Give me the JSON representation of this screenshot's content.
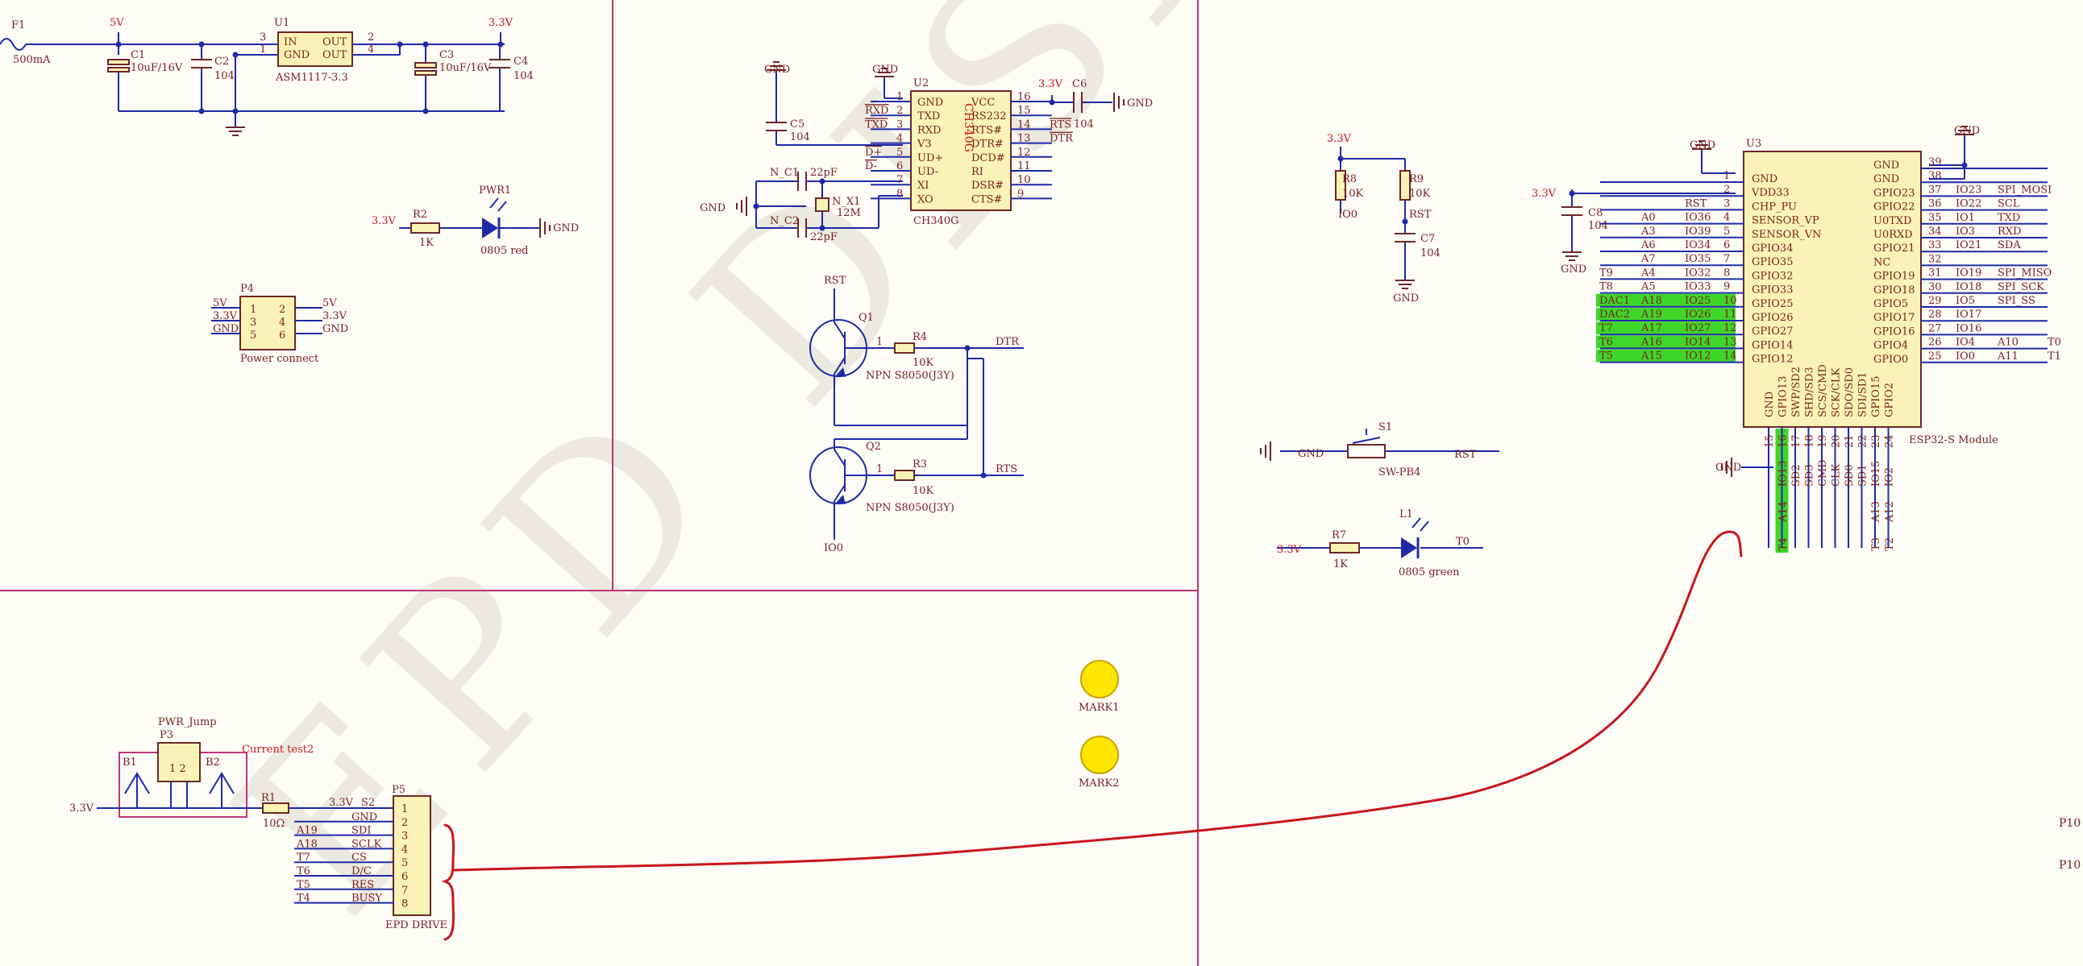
{
  "colors": {
    "paper": "#fdfcf7",
    "wire": "#1f2aa8",
    "border": "#c0357a",
    "text": "#7a1e1e",
    "red": "#c8151b",
    "part_fill": "#fbf3b5",
    "part_stroke": "#6d2727",
    "highlight": "#3fd62a",
    "mark_fill": "#ffe600"
  },
  "watermark": "EPD DISPLAY",
  "power": {
    "f1": "F1",
    "f1_value": "500mA",
    "v5": "5V",
    "v33": "3.3V",
    "gnd": "GND",
    "c1": "C1",
    "c1_value": "10uF/16V",
    "c2": "C2",
    "c2_value": "104",
    "c3": "C3",
    "c3_value": "10uF/16V",
    "c4": "C4",
    "c4_value": "104",
    "u1": "U1",
    "u1_part": "ASM1117-3.3",
    "u1_in": "IN",
    "u1_gnd": "GND",
    "u1_out1": "OUT",
    "u1_out2": "OUT",
    "u1_p3": "3",
    "u1_p1": "1",
    "u1_p2": "2",
    "u1_p4": "4",
    "r2": "R2",
    "r2_value": "1K",
    "pwr1": "PWR1",
    "pwr1_value": "0805 red",
    "p4": "P4",
    "p4_name": "Power connect",
    "p4_pins": [
      "1",
      "2",
      "3",
      "4",
      "5",
      "6"
    ],
    "p4_left": [
      "5V",
      "3.3V",
      "GND"
    ],
    "p4_right": [
      "5V",
      "3.3V",
      "GND"
    ]
  },
  "usb": {
    "u2": "U2",
    "u2_part": "CH340G",
    "u2_body": "CH340G",
    "left_pins": [
      {
        "num": "1",
        "name": "GND",
        "net": ""
      },
      {
        "num": "2",
        "name": "TXD",
        "net": "RXD"
      },
      {
        "num": "3",
        "name": "RXD",
        "net": "TXD"
      },
      {
        "num": "4",
        "name": "V3",
        "net": ""
      },
      {
        "num": "5",
        "name": "UD+",
        "net": "D+"
      },
      {
        "num": "6",
        "name": "UD-",
        "net": "D-"
      },
      {
        "num": "7",
        "name": "XI",
        "net": ""
      },
      {
        "num": "8",
        "name": "XO",
        "net": ""
      }
    ],
    "right_pins": [
      {
        "num": "16",
        "name": "VCC",
        "net": ""
      },
      {
        "num": "15",
        "name": "RS232",
        "net": ""
      },
      {
        "num": "14",
        "name": "RTS#",
        "net": "RTS"
      },
      {
        "num": "13",
        "name": "DTR#",
        "net": "DTR"
      },
      {
        "num": "12",
        "name": "DCD#",
        "net": ""
      },
      {
        "num": "11",
        "name": "RI",
        "net": ""
      },
      {
        "num": "10",
        "name": "DSR#",
        "net": ""
      },
      {
        "num": "9",
        "name": "CTS#",
        "net": ""
      }
    ],
    "c5": "C5",
    "c5_value": "104",
    "c6": "C6",
    "c6_value": "104",
    "nc1": "N_C1",
    "nc1_value": "22pF",
    "nc2": "N_C2",
    "nc2_value": "22pF",
    "nx1": "N_X1",
    "nx1_value": "12M",
    "q1": "Q1",
    "q1_value": "NPN S8050(J3Y)",
    "q2": "Q2",
    "q2_value": "NPN S8050(J3Y)",
    "r4": "R4",
    "r4_value": "10K",
    "r3": "R3",
    "r3_value": "10K",
    "rst": "RST",
    "io0": "IO0",
    "dtr": "DTR",
    "rts": "RTS",
    "pin1": "1",
    "pin2": "2",
    "pin3": "3"
  },
  "reset": {
    "r8": "R8",
    "r8_value": "10K",
    "r9": "R9",
    "r9_value": "10K",
    "c7": "C7",
    "c7_value": "104",
    "s1": "S1",
    "s1_value": "SW-PB4",
    "r7": "R7",
    "r7_value": "1K",
    "l1": "L1",
    "l1_value": "0805 green",
    "t0": "T0"
  },
  "esp": {
    "u3": "U3",
    "part": "ESP32-S Module",
    "c8": "C8",
    "c8_value": "104",
    "left_pins": [
      {
        "num": "1",
        "name": "GND",
        "net1": "",
        "net2": "",
        "net3": "",
        "hl": false
      },
      {
        "num": "2",
        "name": "VDD33",
        "net1": "",
        "net2": "",
        "net3": "",
        "hl": false
      },
      {
        "num": "3",
        "name": "CHP_PU",
        "net1": "",
        "net2": "",
        "net3": "RST",
        "hl": false
      },
      {
        "num": "4",
        "name": "SENSOR_VP",
        "net1": "",
        "net2": "A0",
        "net3": "IO36",
        "hl": false
      },
      {
        "num": "5",
        "name": "SENSOR_VN",
        "net1": "",
        "net2": "A3",
        "net3": "IO39",
        "hl": false
      },
      {
        "num": "6",
        "name": "GPIO34",
        "net1": "",
        "net2": "A6",
        "net3": "IO34",
        "hl": false
      },
      {
        "num": "7",
        "name": "GPIO35",
        "net1": "",
        "net2": "A7",
        "net3": "IO35",
        "hl": false
      },
      {
        "num": "8",
        "name": "GPIO32",
        "net1": "T9",
        "net2": "A4",
        "net3": "IO32",
        "hl": false
      },
      {
        "num": "9",
        "name": "GPIO33",
        "net1": "T8",
        "net2": "A5",
        "net3": "IO33",
        "hl": false
      },
      {
        "num": "10",
        "name": "GPIO25",
        "net1": "DAC1",
        "net2": "A18",
        "net3": "IO25",
        "hl": true
      },
      {
        "num": "11",
        "name": "GPIO26",
        "net1": "DAC2",
        "net2": "A19",
        "net3": "IO26",
        "hl": true
      },
      {
        "num": "12",
        "name": "GPIO27",
        "net1": "T7",
        "net2": "A17",
        "net3": "IO27",
        "hl": true
      },
      {
        "num": "13",
        "name": "GPIO14",
        "net1": "T6",
        "net2": "A16",
        "net3": "IO14",
        "hl": true
      },
      {
        "num": "14",
        "name": "GPIO12",
        "net1": "T5",
        "net2": "A15",
        "net3": "IO12",
        "hl": true
      }
    ],
    "right_pins": [
      {
        "num": "39",
        "name": "GND",
        "net": "",
        "net2": ""
      },
      {
        "num": "38",
        "name": "GND",
        "net": "",
        "net2": ""
      },
      {
        "num": "37",
        "name": "GPIO23",
        "net": "IO23",
        "net2": "SPI_MOSI"
      },
      {
        "num": "36",
        "name": "GPIO22",
        "net": "IO22",
        "net2": "SCL"
      },
      {
        "num": "35",
        "name": "U0TXD",
        "net": "IO1",
        "net2": "TXD"
      },
      {
        "num": "34",
        "name": "U0RXD",
        "net": "IO3",
        "net2": "RXD"
      },
      {
        "num": "33",
        "name": "GPIO21",
        "net": "IO21",
        "net2": "SDA"
      },
      {
        "num": "32",
        "name": "NC",
        "net": "",
        "net2": ""
      },
      {
        "num": "31",
        "name": "GPIO19",
        "net": "IO19",
        "net2": "SPI_MISO"
      },
      {
        "num": "30",
        "name": "GPIO18",
        "net": "IO18",
        "net2": "SPI_SCK"
      },
      {
        "num": "29",
        "name": "GPIO5",
        "net": "IO5",
        "net2": "SPI_SS"
      },
      {
        "num": "28",
        "name": "GPIO17",
        "net": "IO17",
        "net2": ""
      },
      {
        "num": "27",
        "name": "GPIO16",
        "net": "IO16",
        "net2": ""
      },
      {
        "num": "26",
        "name": "GPIO4",
        "net": "IO4",
        "net2": "A10",
        "net3": "T0"
      },
      {
        "num": "25",
        "name": "GPIO0",
        "net": "IO0",
        "net2": "A11",
        "net3": "T1"
      }
    ],
    "bottom_pins": [
      {
        "num": "15",
        "name": "GND",
        "net": "",
        "hl": false
      },
      {
        "num": "16",
        "name": "GPIO13",
        "net": "IO13",
        "hl": true
      },
      {
        "num": "17",
        "name": "SWP/SD2",
        "net": "SD2",
        "hl": false
      },
      {
        "num": "18",
        "name": "SHD/SD3",
        "net": "SD3",
        "hl": false
      },
      {
        "num": "19",
        "name": "SCS/CMD",
        "net": "CMD",
        "hl": false
      },
      {
        "num": "20",
        "name": "SCK/CLK",
        "net": "CLK",
        "hl": false
      },
      {
        "num": "21",
        "name": "SDO/SD0",
        "net": "SD0",
        "hl": false
      },
      {
        "num": "22",
        "name": "SDI/SD1",
        "net": "SD1",
        "hl": false
      },
      {
        "num": "23",
        "name": "GPIO15",
        "net": "IO15",
        "hl": false
      },
      {
        "num": "24",
        "name": "GPIO2",
        "net": "IO2",
        "hl": false
      }
    ],
    "io13_extra": [
      "A14",
      "T4"
    ],
    "io15_extra": [
      "A13",
      "T3"
    ],
    "io2_extra": [
      "A12",
      "T2"
    ]
  },
  "epd": {
    "pwr_jump": "PWR_Jump",
    "p3": "P3",
    "current": "Current test2",
    "b1": "B1",
    "b2": "B2",
    "p3_pins": "1  2",
    "v33": "3.3V",
    "r1": "R1",
    "r1_value": "10Ω",
    "s2": "S2",
    "s2_v": "3.3V",
    "p5": "P5",
    "p5_name": "EPD DRIVE",
    "pins": [
      {
        "num": "1",
        "sig": "",
        "net": ""
      },
      {
        "num": "2",
        "sig": "GND",
        "net": ""
      },
      {
        "num": "3",
        "sig": "SDI",
        "net": "A19"
      },
      {
        "num": "4",
        "sig": "SCLK",
        "net": "A18"
      },
      {
        "num": "5",
        "sig": "CS",
        "net": "T7"
      },
      {
        "num": "6",
        "sig": "D/C",
        "net": "T6"
      },
      {
        "num": "7",
        "sig": "RES",
        "net": "T5"
      },
      {
        "num": "8",
        "sig": "BUSY",
        "net": "T4"
      }
    ]
  },
  "marks": {
    "mark1": "MARK1",
    "mark2": "MARK2"
  },
  "edge": {
    "p10a": "P10",
    "p10b": "P10"
  }
}
